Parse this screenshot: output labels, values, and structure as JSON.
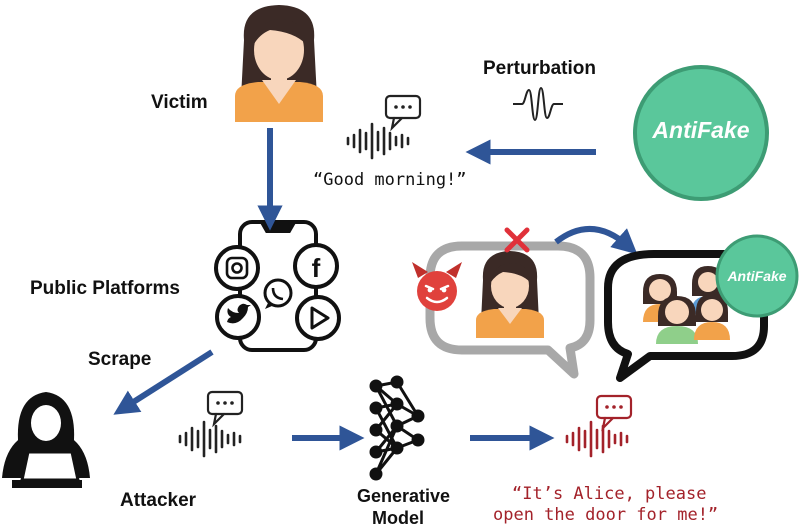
{
  "labels": {
    "victim": "Victim",
    "perturbation": "Perturbation",
    "public_platforms": "Public Platforms",
    "scrape": "Scrape",
    "attacker": "Attacker",
    "generative_line1": "Generative",
    "generative_line2": "Model"
  },
  "quotes": {
    "good_morning": "“Good morning!”",
    "alice_line1": "“It’s Alice, please",
    "alice_line2": "open the door for me!”"
  },
  "logos": {
    "antifake_large": "AntiFake",
    "antifake_small": "AntiFake"
  },
  "icons": [
    "victim-icon",
    "speech-waveform-icon",
    "perturbation-wave-icon",
    "smartphone-social-icon",
    "instagram-icon",
    "facebook-icon",
    "whatsapp-icon",
    "twitter-icon",
    "youtube-icon",
    "hacker-icon",
    "neural-network-icon",
    "devil-icon",
    "cross-mark-icon",
    "group-people-icon",
    "arrow-icon"
  ],
  "colors": {
    "arrow_blue": "#2f5597",
    "antifake_green": "#5ac79b",
    "antifake_border": "#3d9c74",
    "deepfake_red": "#a3222a",
    "bubble_gray": "#a8a8a8",
    "skin": "#f8d6bc",
    "hair": "#3b2a26",
    "shirt": "#f2a24a",
    "devil_red": "#e0413c",
    "cross_red": "#e0313a"
  }
}
